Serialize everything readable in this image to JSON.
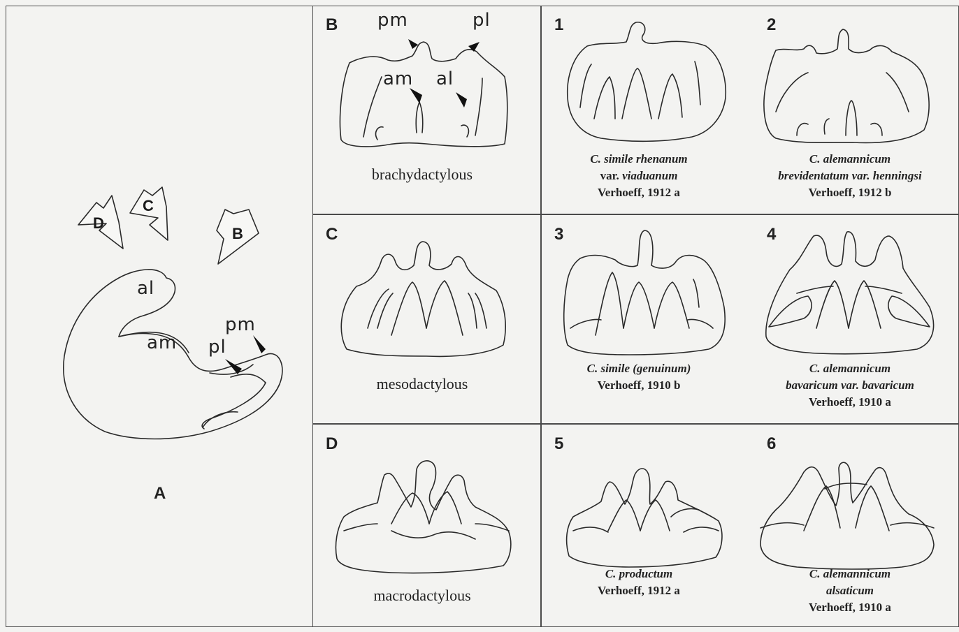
{
  "panels": {
    "A": {
      "letter": "A",
      "arrows": [
        "D",
        "C",
        "B"
      ],
      "labels": {
        "al": "al",
        "am": "am",
        "pl": "pl",
        "pm": "pm"
      }
    },
    "B": {
      "letter": "B",
      "type": "brachydactylous",
      "labels": {
        "pm": "pm",
        "pl": "pl",
        "am": "am",
        "al": "al"
      }
    },
    "C": {
      "letter": "C",
      "type": "mesodactylous"
    },
    "D": {
      "letter": "D",
      "type": "macrodactylous"
    }
  },
  "examples": [
    {
      "num": "1",
      "line1": "C. simile rhenanum",
      "line2_pre": "var. ",
      "line2_it": "viaduanum",
      "line2_post": "",
      "line3": "Verhoeff, 1912 a"
    },
    {
      "num": "2",
      "line1": "C. alemannicum",
      "line2_pre": "",
      "line2_it": "brevidentatum",
      "line2_post": " var. henningsi",
      "line3": "Verhoeff, 1912 b"
    },
    {
      "num": "3",
      "line1": "C. simile (genuinum)",
      "line2_pre": "",
      "line2_it": "",
      "line2_post": "",
      "line3": "Verhoeff, 1910 b"
    },
    {
      "num": "4",
      "line1": "C. alemannicum",
      "line2_pre": "",
      "line2_it": "bavaricum",
      "line2_post": " var. bavaricum",
      "line3": "Verhoeff, 1910 a"
    },
    {
      "num": "5",
      "line1": "C. productum",
      "line2_pre": "",
      "line2_it": "",
      "line2_post": "",
      "line3": "Verhoeff, 1912 a"
    },
    {
      "num": "6",
      "line1": "C. alemannicum",
      "line2_pre": "",
      "line2_it": "alsaticum",
      "line2_post": "",
      "line3": "Verhoeff, 1910 a"
    }
  ]
}
